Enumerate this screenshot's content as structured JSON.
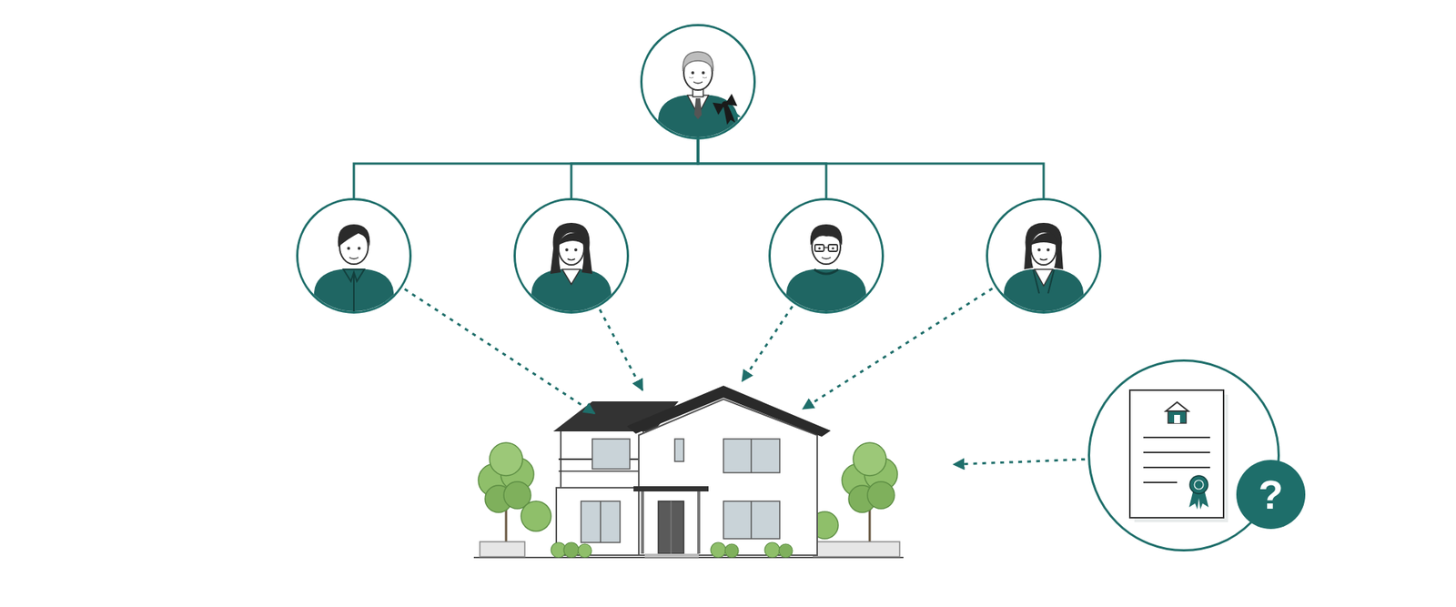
{
  "diagram": {
    "nodes": [
      {
        "text": []
      },
      {
        "text": []
      },
      {
        "text": []
      },
      {
        "text": []
      },
      {
        "text": []
      },
      {
        "text": []
      },
      {
        "text": []
      },
      {
        "text": [
          "?"
        ],
        "in": 6
      }
    ],
    "edges": [
      {
        "from": 0,
        "to": 1,
        "arrow": "none"
      },
      {
        "from": 0,
        "to": 2,
        "arrow": "none"
      },
      {
        "from": 0,
        "to": 3,
        "arrow": "none"
      },
      {
        "from": 0,
        "to": 4,
        "arrow": "none"
      },
      {
        "from": 1,
        "to": 5,
        "arrow": "to"
      },
      {
        "from": 2,
        "to": 5,
        "arrow": "to"
      },
      {
        "from": 3,
        "to": 5,
        "arrow": "to"
      },
      {
        "from": 4,
        "to": 5,
        "arrow": "to"
      },
      {
        "from": 6,
        "to": 5,
        "arrow": "to"
      }
    ]
  }
}
